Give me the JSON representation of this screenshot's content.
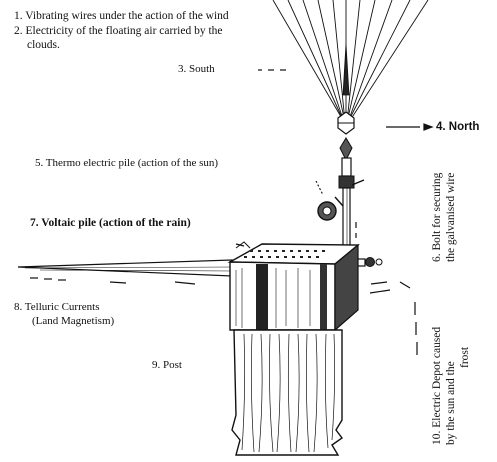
{
  "labels": {
    "l1": "1. Vibrating wires under the action of the wind",
    "l2a": "2. Electricity of the floating air carried by the",
    "l2b": "clouds.",
    "l3": "3. South",
    "l4": "4. North",
    "l5": "5. Thermo electric pile (action of the sun)",
    "l6a": "6. Bolt for securing",
    "l6b": "the galvanised wire",
    "l7": "7. Voltaic pile (action of the rain)",
    "l8a": "8. Telluric Currents",
    "l8b": "(Land Magnetism)",
    "l9": "9. Post",
    "l10a": "10. Electric Depot caused",
    "l10b": "by the sun and the",
    "l10c": "frost"
  },
  "colors": {
    "ink": "#111111",
    "background": "#ffffff"
  }
}
